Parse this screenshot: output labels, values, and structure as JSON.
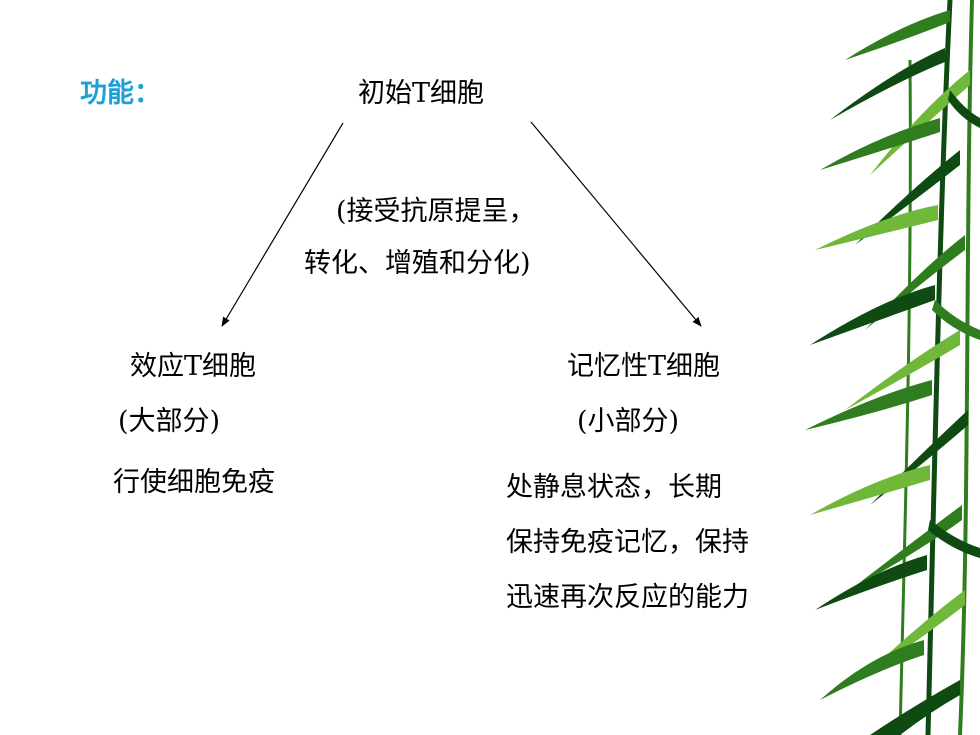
{
  "slide": {
    "function_label": "功能：",
    "root_node": "初始T细胞",
    "process_note": {
      "line1": "(接受抗原提呈，",
      "line2": "转化、增殖和分化)"
    },
    "left_branch": {
      "node": "效应T细胞",
      "share": "(大部分)",
      "function": "行使细胞免疫"
    },
    "right_branch": {
      "node": "记忆性T细胞",
      "share": "(小部分)",
      "function_lines": [
        "处静息状态，长期",
        "保持免疫记忆，保持",
        "迅速再次反应的能力"
      ]
    }
  },
  "colors": {
    "label": "#1e9fd6",
    "text": "#000000",
    "arrow": "#000000",
    "bamboo_dark": "#0f4a12",
    "bamboo_mid": "#2f7d1f",
    "bamboo_light": "#6fb83a"
  },
  "decoration": {
    "side_image_icon": "bamboo-leaves-icon"
  }
}
